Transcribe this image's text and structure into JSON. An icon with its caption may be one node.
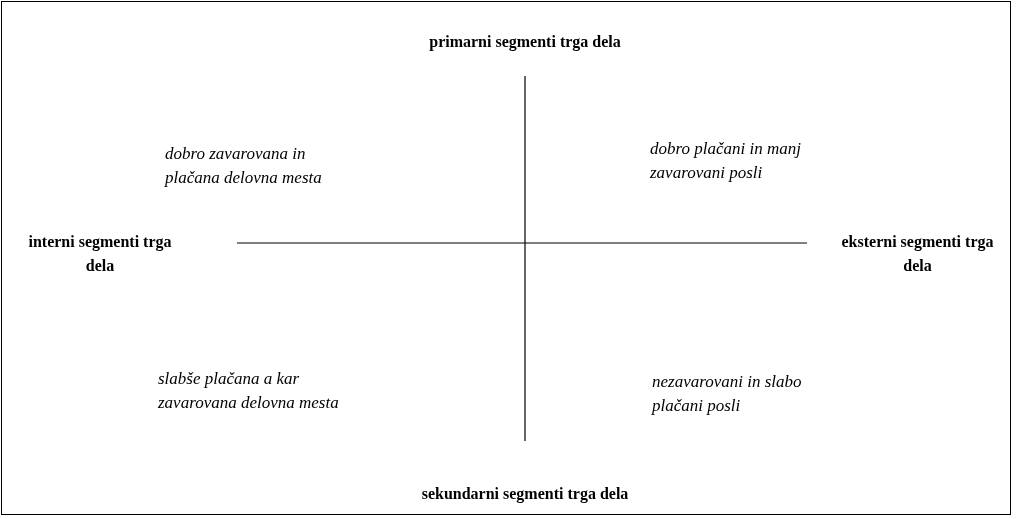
{
  "diagram": {
    "labels": [
      "primarni segmenti trga dela",
      "dobro zavarovana in plačana delovna mesta",
      "dobro plačani in manj zavarovani posli",
      "interni segmenti trga dela",
      "eksterni segmenti trga dela",
      "slabše plačana a kar zavarovana delovna mesta",
      "nezavarovani in slabo plačani posli",
      "sekundarni segmenti trga dela"
    ]
  }
}
